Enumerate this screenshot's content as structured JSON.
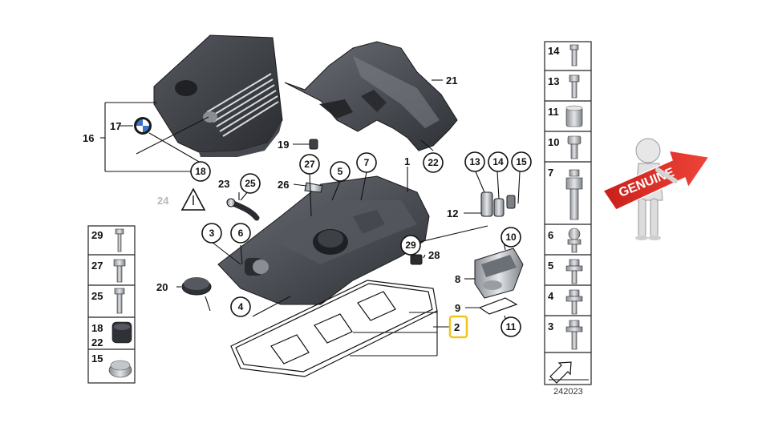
{
  "diagram": {
    "callouts": {
      "c1": "1",
      "c2": "2",
      "c3": "3",
      "c4": "4",
      "c5": "5",
      "c6": "6",
      "c7": "7",
      "c8": "8",
      "c9": "9",
      "c10": "10",
      "c11": "11",
      "c12": "12",
      "c13": "13",
      "c14": "14",
      "c15": "15",
      "c16": "16",
      "c17": "17",
      "c18": "18",
      "c19": "19",
      "c20": "20",
      "c21": "21",
      "c22": "22",
      "c23": "23",
      "c24": "24",
      "c25": "25",
      "c26": "26",
      "c27": "27",
      "c28": "28",
      "c29": "29"
    },
    "left_legend": [
      "29",
      "27",
      "25",
      "18",
      "22",
      "15"
    ],
    "right_legend": [
      "14",
      "13",
      "11",
      "10",
      "7",
      "6",
      "5",
      "4",
      "3"
    ],
    "diagram_number": "242023",
    "badge_text": "GENUINE",
    "colors": {
      "part_dark": "#3a3d42",
      "part_mid": "#5b5f66",
      "part_light": "#8a8e94",
      "highlight_box": "#f0c419",
      "badge_red": "#d8261f"
    }
  }
}
